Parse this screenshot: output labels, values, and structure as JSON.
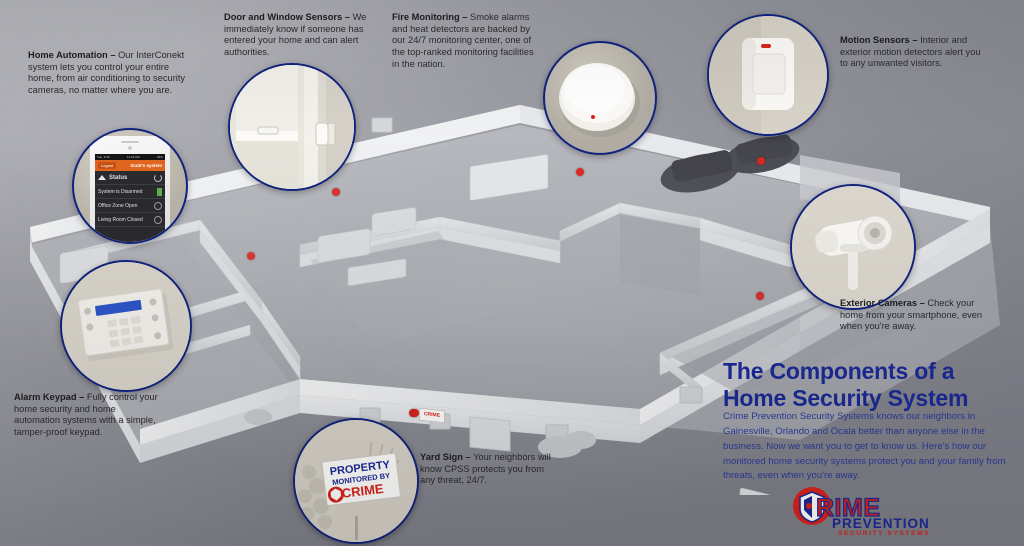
{
  "brand": {
    "name": "Crime Prevention Security Systems",
    "logo_line1": "CRIME",
    "logo_line2": "PREVENTION",
    "logo_line3": "SECURITY SYSTEMS",
    "accent_red": "#d8231c",
    "accent_blue": "#1b2a96",
    "ring_blue": "#11237e"
  },
  "headline": {
    "line1": "The Components of a",
    "line2": "Home Security System"
  },
  "blurb": "Crime Prevention Security Systems knows our neighbors in Gainesville, Orlando and Ocala better than anyone else in the business. Now we want you to get to know us. Here's how our monitored home security systems protect you and your family from threats, even when you're away.",
  "callouts": [
    {
      "id": "home-automation",
      "title": "Home Automation",
      "dash": "–",
      "body": "Our InterConekt system lets you control your entire home, from air conditioning to security cameras, no matter where you are."
    },
    {
      "id": "door-window-sensors",
      "title": "Door and Window Sensors",
      "dash": "–",
      "body": "We immediately know if someone has entered your home and can alert authorities."
    },
    {
      "id": "fire-monitoring",
      "title": "Fire Monitoring",
      "dash": "–",
      "body": "Smoke alarms and heat detectors are backed by our 24/7 monitoring center, one of the top-ranked monitoring facilities in the nation."
    },
    {
      "id": "motion-sensors",
      "title": "Motion Sensors",
      "dash": "–",
      "body": "Interior and exterior motion detectors alert you to any unwanted visitors."
    },
    {
      "id": "exterior-cameras",
      "title": "Exterior Cameras",
      "dash": "–",
      "body": "Check your home from your smartphone, even when you're away."
    },
    {
      "id": "alarm-keypad",
      "title": "Alarm Keypad",
      "dash": "–",
      "body": "Fully control your home security and home automation systems with a simple, tamper-proof keypad."
    },
    {
      "id": "yard-sign",
      "title": "Yard Sign",
      "dash": "–",
      "body": "Your neighbors will know CPSS protects you from any threat, 24/7."
    }
  ],
  "phone_app": {
    "status_left": "Tue, 1/15",
    "status_center": "11:18 AM",
    "status_right": "91%",
    "logout": "Logout",
    "account": "Scott's system",
    "section": "Status",
    "rows": [
      {
        "label": "System is Disarmed"
      },
      {
        "label": "Office Zone Open"
      },
      {
        "label": "Living Room Closed"
      }
    ]
  },
  "yard_sign": {
    "line1": "PROPERTY",
    "line2": "MONITORED BY",
    "logo": "CRIME"
  },
  "bubbles": [
    {
      "id": "home-automation-photo",
      "icon": "smartphone-icon"
    },
    {
      "id": "door-window-sensor-photo",
      "icon": "window-sensor-icon"
    },
    {
      "id": "smoke-detector-photo",
      "icon": "smoke-detector-icon"
    },
    {
      "id": "motion-sensor-photo",
      "icon": "motion-sensor-icon"
    },
    {
      "id": "exterior-camera-photo",
      "icon": "camera-icon"
    },
    {
      "id": "alarm-keypad-photo",
      "icon": "keypad-icon"
    },
    {
      "id": "yard-sign-photo",
      "icon": "yard-sign-icon"
    }
  ]
}
